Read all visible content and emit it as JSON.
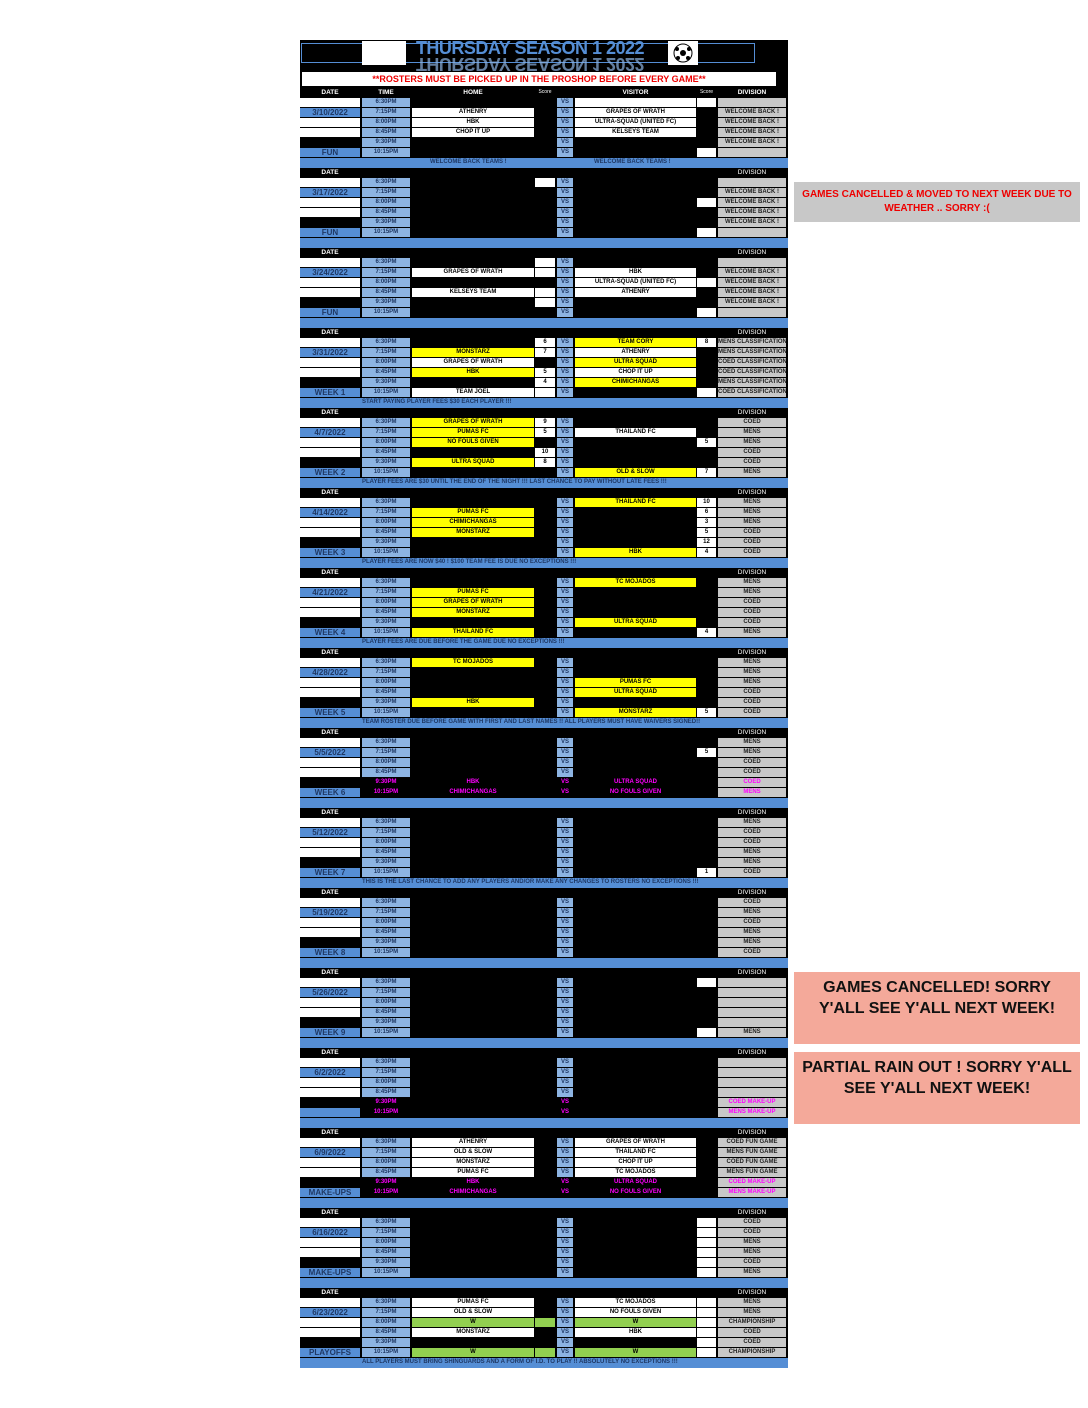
{
  "title": "THURSDAY SEASON 1 2022",
  "roster_notice": "**ROSTERS MUST BE PICKED UP IN THE PROSHOP BEFORE EVERY GAME**",
  "columns": {
    "date": "DATE",
    "time": "TIME",
    "home": "HOME",
    "score": "Score",
    "vs": "VS",
    "visitor": "VISITOR",
    "division": "DIVISION"
  },
  "colors": {
    "accent": "#558ed5",
    "time_cell": "#8db4e2",
    "highlight": "#ffff00",
    "win": "#92d050",
    "makeup": "#ff00ff"
  },
  "blocks": [
    {
      "date": "3/10/2022",
      "label": "FUN",
      "note": "WELCOME BACK TEAMS !",
      "note2": "WELCOME BACK TEAMS !",
      "games": [
        {
          "time": "6:30PM",
          "home": "",
          "hc": "",
          "visitor": "",
          "vc": "w",
          "vsc": "",
          "division": ""
        },
        {
          "time": "7:15PM",
          "home": "ATHENRY",
          "hc": "w",
          "visitor": "GRAPES OF WRATH",
          "vc": "w",
          "division": "WELCOME BACK !"
        },
        {
          "time": "8:00PM",
          "home": "HBK",
          "hc": "w",
          "visitor": "ULTRA-SQUAD (UNITED FC)",
          "vc": "w",
          "division": "WELCOME BACK !"
        },
        {
          "time": "8:45PM",
          "home": "CHOP IT UP",
          "hc": "w",
          "visitor": "KELSEYS TEAM",
          "vc": "w",
          "division": "WELCOME BACK !"
        },
        {
          "time": "9:30PM",
          "home": "",
          "visitor": "",
          "division": "WELCOME BACK !"
        },
        {
          "time": "10:15PM",
          "home": "",
          "visitor": "",
          "vsc": "",
          "division": ""
        }
      ]
    },
    {
      "date": "3/17/2022",
      "label": "FUN",
      "overlay": "GAMES CANCELLED & MOVED TO NEXT WEEK DUE TO WEATHER .. SORRY :(",
      "ovtype": "gray",
      "games": [
        {
          "time": "6:30PM",
          "hs": "",
          "division": ""
        },
        {
          "time": "7:15PM",
          "division": "WELCOME BACK !"
        },
        {
          "time": "8:00PM",
          "vsc": "",
          "division": "WELCOME BACK !"
        },
        {
          "time": "8:45PM",
          "division": "WELCOME BACK !"
        },
        {
          "time": "9:30PM",
          "division": "WELCOME BACK !"
        },
        {
          "time": "10:15PM",
          "vsc": "",
          "division": ""
        }
      ]
    },
    {
      "date": "3/24/2022",
      "label": "FUN",
      "games": [
        {
          "time": "6:30PM",
          "hs": "",
          "division": ""
        },
        {
          "time": "7:15PM",
          "home": "GRAPES OF WRATH",
          "hc": "w",
          "hs": "",
          "visitor": "HBK",
          "vc": "w",
          "division": "WELCOME BACK !"
        },
        {
          "time": "8:00PM",
          "visitor": "ULTRA-SQUAD (UNITED FC)",
          "vc": "w",
          "vsc": "",
          "division": "WELCOME BACK !"
        },
        {
          "time": "8:45PM",
          "home": "KELSEYS TEAM",
          "hc": "w",
          "hs": "",
          "visitor": "ATHENRY",
          "vc": "w",
          "division": "WELCOME BACK !"
        },
        {
          "time": "9:30PM",
          "hs": "",
          "division": "WELCOME BACK !"
        },
        {
          "time": "10:15PM",
          "vsc": "",
          "division": ""
        }
      ]
    },
    {
      "date": "3/31/2022",
      "label": "WEEK 1",
      "note": "START PAYING PLAYER FEES $30 EACH PLAYER !!!",
      "games": [
        {
          "time": "6:30PM",
          "hs": "6",
          "visitor": "TEAM CORY",
          "vc": "y",
          "vsc": "8",
          "division": "MENS CLASSIFICATION"
        },
        {
          "time": "7:15PM",
          "home": "MONSTARZ",
          "hc": "y",
          "hs": "7",
          "visitor": "ATHENRY",
          "vc": "w",
          "division": "MENS CLASSIFICATION"
        },
        {
          "time": "8:00PM",
          "home": "GRAPES OF WRATH",
          "hc": "w",
          "visitor": "ULTRA SQUAD",
          "vc": "y",
          "division": "COED CLASSIFICATION"
        },
        {
          "time": "8:45PM",
          "home": "HBK",
          "hc": "y",
          "hs": "5",
          "visitor": "CHOP IT UP",
          "vc": "w",
          "division": "COED CLASSIFICATION"
        },
        {
          "time": "9:30PM",
          "hs": "4",
          "visitor": "CHIMICHANGAS",
          "vc": "y",
          "division": "MENS CLASSIFICATION"
        },
        {
          "time": "10:15PM",
          "home": "TEAM JOEL",
          "hc": "w",
          "hs": "",
          "vsc": "",
          "division": "COED CLASSIFICATION"
        }
      ]
    },
    {
      "date": "4/7/2022",
      "label": "WEEK 2",
      "note": "PLAYER FEES ARE $30 UNTIL THE END OF THE NIGHT !!! LAST CHANCE TO PAY WITHOUT LATE FEES !!!",
      "games": [
        {
          "time": "6:30PM",
          "home": "GRAPES OF WRATH",
          "hc": "y",
          "hs": "9",
          "division": "COED"
        },
        {
          "time": "7:15PM",
          "home": "PUMAS FC",
          "hc": "y",
          "hs": "5",
          "visitor": "THAILAND FC",
          "vc": "w",
          "division": "MENS"
        },
        {
          "time": "8:00PM",
          "home": "NO FOULS GIVEN",
          "hc": "y",
          "vsc": "5",
          "division": "MENS"
        },
        {
          "time": "8:45PM",
          "hs": "10",
          "division": "COED"
        },
        {
          "time": "9:30PM",
          "home": "ULTRA SQUAD",
          "hc": "y",
          "hs": "8",
          "division": "COED"
        },
        {
          "time": "10:15PM",
          "visitor": "OLD & SLOW",
          "vc": "y",
          "vsc": "7",
          "division": "MENS"
        }
      ]
    },
    {
      "date": "4/14/2022",
      "label": "WEEK 3",
      "note": "PLAYER FEES ARE NOW $40 ! $100 TEAM FEE IS DUE NO EXCEPTIONS !!!",
      "games": [
        {
          "time": "6:30PM",
          "visitor": "THAILAND FC",
          "vc": "y",
          "vsc": "10",
          "division": "MENS"
        },
        {
          "time": "7:15PM",
          "home": "PUMAS FC",
          "hc": "y",
          "vsc": "6",
          "division": "MENS"
        },
        {
          "time": "8:00PM",
          "home": "CHIMICHANGAS",
          "hc": "y",
          "vsc": "3",
          "division": "MENS"
        },
        {
          "time": "8:45PM",
          "home": "MONSTARZ",
          "hc": "y",
          "vsc": "5",
          "division": "COED"
        },
        {
          "time": "9:30PM",
          "vsc": "12",
          "division": "COED"
        },
        {
          "time": "10:15PM",
          "visitor": "HBK",
          "vc": "y",
          "vsc": "4",
          "division": "COED"
        }
      ]
    },
    {
      "date": "4/21/2022",
      "label": "WEEK 4",
      "note": "PLAYER FEES ARE DUE BEFORE THE GAME DUE NO EXCEPTIONS !!!",
      "games": [
        {
          "time": "6:30PM",
          "visitor": "TC MOJADOS",
          "vc": "y",
          "division": "MENS"
        },
        {
          "time": "7:15PM",
          "home": "PUMAS FC",
          "hc": "y",
          "division": "MENS"
        },
        {
          "time": "8:00PM",
          "home": "GRAPES OF WRATH",
          "hc": "y",
          "division": "COED"
        },
        {
          "time": "8:45PM",
          "home": "MONSTARZ",
          "hc": "y",
          "division": "COED"
        },
        {
          "time": "9:30PM",
          "visitor": "ULTRA SQUAD",
          "vc": "y",
          "division": "COED"
        },
        {
          "time": "10:15PM",
          "home": "THAILAND FC",
          "hc": "y",
          "vsc": "4",
          "division": "MENS"
        }
      ]
    },
    {
      "date": "4/28/2022",
      "label": "WEEK 5",
      "note": "TEAM ROSTER DUE BEFORE GAME WITH FIRST AND LAST NAMES !! ALL PLAYERS MUST HAVE WAIVERS SIGNED!!",
      "games": [
        {
          "time": "6:30PM",
          "home": "TC MOJADOS",
          "hc": "y",
          "division": "MENS"
        },
        {
          "time": "7:15PM",
          "division": "MENS"
        },
        {
          "time": "8:00PM",
          "visitor": "PUMAS FC",
          "vc": "y",
          "division": "MENS"
        },
        {
          "time": "8:45PM",
          "visitor": "ULTRA SQUAD",
          "vc": "y",
          "division": "COED"
        },
        {
          "time": "9:30PM",
          "home": "HBK",
          "hc": "y",
          "division": "COED"
        },
        {
          "time": "10:15PM",
          "visitor": "MONSTARZ",
          "vc": "y",
          "vsc": "5",
          "division": "COED"
        }
      ]
    },
    {
      "date": "5/5/2022",
      "label": "WEEK 6",
      "games": [
        {
          "time": "6:30PM",
          "division": "MENS"
        },
        {
          "time": "7:15PM",
          "vsc": "5",
          "division": "MENS"
        },
        {
          "time": "8:00PM",
          "division": "COED"
        },
        {
          "time": "8:45PM",
          "division": "COED"
        },
        {
          "time": "9:30PM",
          "home": "HBK",
          "hc": "p",
          "visitor": "ULTRA SQUAD",
          "vc": "p",
          "division": "COED",
          "pink": true
        },
        {
          "time": "10:15PM",
          "home": "CHIMICHANGAS",
          "hc": "p",
          "visitor": "NO FOULS GIVEN",
          "vc": "p",
          "division": "MENS",
          "pink": true
        }
      ]
    },
    {
      "date": "5/12/2022",
      "label": "WEEK 7",
      "note": "THIS IS THE LAST CHANCE TO ADD ANY PLAYERS AND/OR MAKE ANY CHANGES TO ROSTERS NO EXCEPTIONS !!!",
      "games": [
        {
          "time": "6:30PM",
          "division": "MENS"
        },
        {
          "time": "7:15PM",
          "division": "COED"
        },
        {
          "time": "8:00PM",
          "division": "COED"
        },
        {
          "time": "8:45PM",
          "division": "MENS"
        },
        {
          "time": "9:30PM",
          "division": "MENS"
        },
        {
          "time": "10:15PM",
          "vsc": "1",
          "division": "COED"
        }
      ]
    },
    {
      "date": "5/19/2022",
      "label": "WEEK 8",
      "games": [
        {
          "time": "6:30PM",
          "division": "COED"
        },
        {
          "time": "7:15PM",
          "division": "MENS"
        },
        {
          "time": "8:00PM",
          "division": "COED"
        },
        {
          "time": "8:45PM",
          "division": "MENS"
        },
        {
          "time": "9:30PM",
          "division": "MENS"
        },
        {
          "time": "10:15PM",
          "division": "COED"
        }
      ]
    },
    {
      "date": "5/26/2022",
      "label": "WEEK 9",
      "overlay": "GAMES CANCELLED! SORRY Y'ALL SEE Y'ALL NEXT WEEK!",
      "ovtype": "pink",
      "games": [
        {
          "time": "6:30PM",
          "vsc": ""
        },
        {
          "time": "7:15PM"
        },
        {
          "time": "8:00PM"
        },
        {
          "time": "8:45PM"
        },
        {
          "time": "9:30PM"
        },
        {
          "time": "10:15PM",
          "vsc": "",
          "division": "MENS"
        }
      ]
    },
    {
      "date": "6/2/2022",
      "label": "",
      "overlay": "PARTIAL RAIN OUT ! SORRY Y'ALL SEE Y'ALL NEXT WEEK!",
      "ovtype": "pink",
      "games": [
        {
          "time": "6:30PM"
        },
        {
          "time": "7:15PM"
        },
        {
          "time": "8:00PM"
        },
        {
          "time": "8:45PM"
        },
        {
          "time": "9:30PM",
          "division": "COED MAKE-UP",
          "pink": true
        },
        {
          "time": "10:15PM",
          "division": "MENS MAKE-UP",
          "pink": true
        }
      ]
    },
    {
      "date": "6/9/2022",
      "label": "MAKE-UPS",
      "games": [
        {
          "time": "6:30PM",
          "home": "ATHENRY",
          "hc": "w",
          "visitor": "GRAPES OF WRATH",
          "vc": "w",
          "division": "COED FUN GAME"
        },
        {
          "time": "7:15PM",
          "home": "OLD & SLOW",
          "hc": "w",
          "visitor": "THAILAND FC",
          "vc": "w",
          "division": "MENS FUN GAME"
        },
        {
          "time": "8:00PM",
          "home": "MONSTARZ",
          "hc": "w",
          "visitor": "CHOP IT UP",
          "vc": "w",
          "division": "COED FUN GAME"
        },
        {
          "time": "8:45PM",
          "home": "PUMAS FC",
          "hc": "w",
          "visitor": "TC MOJADOS",
          "vc": "w",
          "division": "MENS FUN GAME"
        },
        {
          "time": "9:30PM",
          "home": "HBK",
          "hc": "p",
          "visitor": "ULTRA SQUAD",
          "vc": "p",
          "division": "COED MAKE-UP",
          "pink": true
        },
        {
          "time": "10:15PM",
          "home": "CHIMICHANGAS",
          "hc": "p",
          "visitor": "NO FOULS GIVEN",
          "vc": "p",
          "division": "MENS MAKE-UP",
          "pink": true
        }
      ]
    },
    {
      "date": "6/16/2022",
      "label": "MAKE-UPS",
      "games": [
        {
          "time": "6:30PM",
          "vsc": "",
          "division": "COED"
        },
        {
          "time": "7:15PM",
          "vsc": "",
          "division": "COED"
        },
        {
          "time": "8:00PM",
          "vsc": "",
          "division": "MENS"
        },
        {
          "time": "8:45PM",
          "vsc": "",
          "division": "MENS"
        },
        {
          "time": "9:30PM",
          "vsc": "",
          "division": "COED"
        },
        {
          "time": "10:15PM",
          "vsc": "",
          "division": "MENS"
        }
      ]
    },
    {
      "date": "6/23/2022",
      "label": "PLAYOFFS",
      "note": "ALL PLAYERS MUST BRING SHINGUARDS AND A FORM OF I.D. TO PLAY !! ABSOLUTELY NO EXCEPTIONS !!!",
      "games": [
        {
          "time": "6:30PM",
          "home": "PUMAS FC",
          "hc": "w",
          "visitor": "TC MOJADOS",
          "vc": "w",
          "vsc": "",
          "division": "MENS"
        },
        {
          "time": "7:15PM",
          "home": "OLD & SLOW",
          "hc": "w",
          "visitor": "NO FOULS GIVEN",
          "vc": "w",
          "vsc": "",
          "division": "MENS"
        },
        {
          "time": "8:00PM",
          "home": "W",
          "hc": "g",
          "hsg": true,
          "visitor": "W",
          "vc": "g",
          "vsc": "",
          "division": "CHAMPIONSHIP"
        },
        {
          "time": "8:45PM",
          "home": "MONSTARZ",
          "hc": "w",
          "visitor": "HBK",
          "vc": "w",
          "vsc": "",
          "division": "COED"
        },
        {
          "time": "9:30PM",
          "vsc": "",
          "division": "COED"
        },
        {
          "time": "10:15PM",
          "home": "W",
          "hc": "g",
          "hsg": true,
          "visitor": "W",
          "vc": "g",
          "vsc": "",
          "division": "CHAMPIONSHIP"
        }
      ]
    }
  ]
}
